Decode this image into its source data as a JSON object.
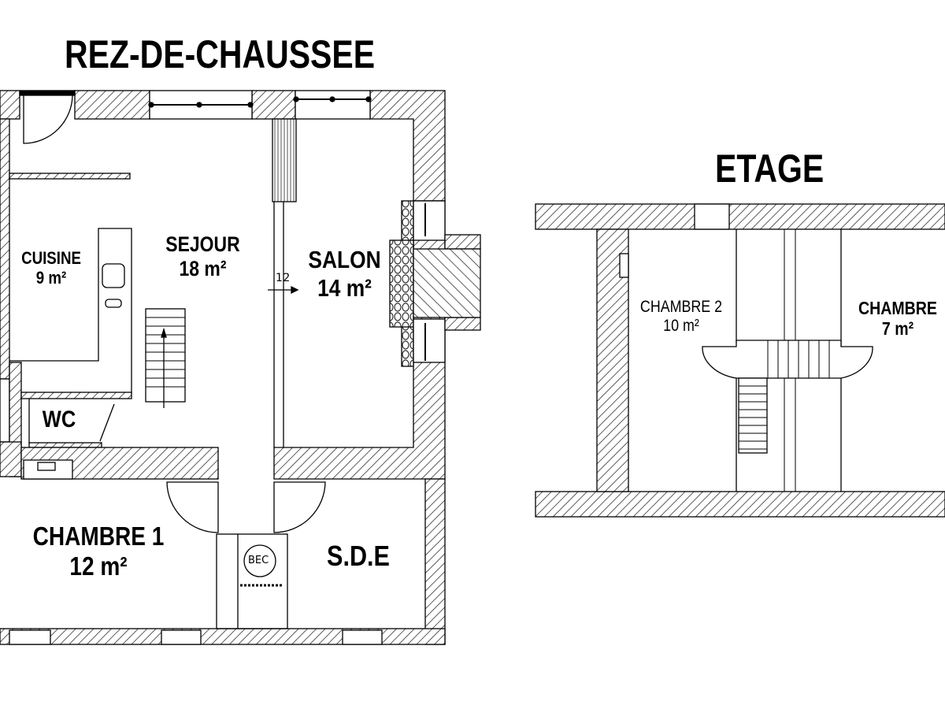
{
  "titles": {
    "ground_floor": "REZ-DE-CHAUSSEE",
    "upper_floor": "ETAGE"
  },
  "ground_floor": {
    "rooms": [
      {
        "name": "CUISINE",
        "area": "9 m²"
      },
      {
        "name": "SEJOUR",
        "area": "18 m²"
      },
      {
        "name": "SALON",
        "area": "14 m²"
      },
      {
        "name": "WC",
        "area": ""
      },
      {
        "name": "CHAMBRE 1",
        "area": "12 m²"
      },
      {
        "name": "S.D.E",
        "area": ""
      }
    ],
    "annotations": {
      "boiler": "BEC",
      "stair_marker": "1 2"
    }
  },
  "upper_floor": {
    "rooms": [
      {
        "name": "CHAMBRE 2",
        "area": "10 m²"
      },
      {
        "name": "CHAMBRE",
        "area": "7 m²"
      }
    ]
  },
  "colors": {
    "line": "#000000",
    "background": "#ffffff",
    "hatch": "#333333"
  }
}
